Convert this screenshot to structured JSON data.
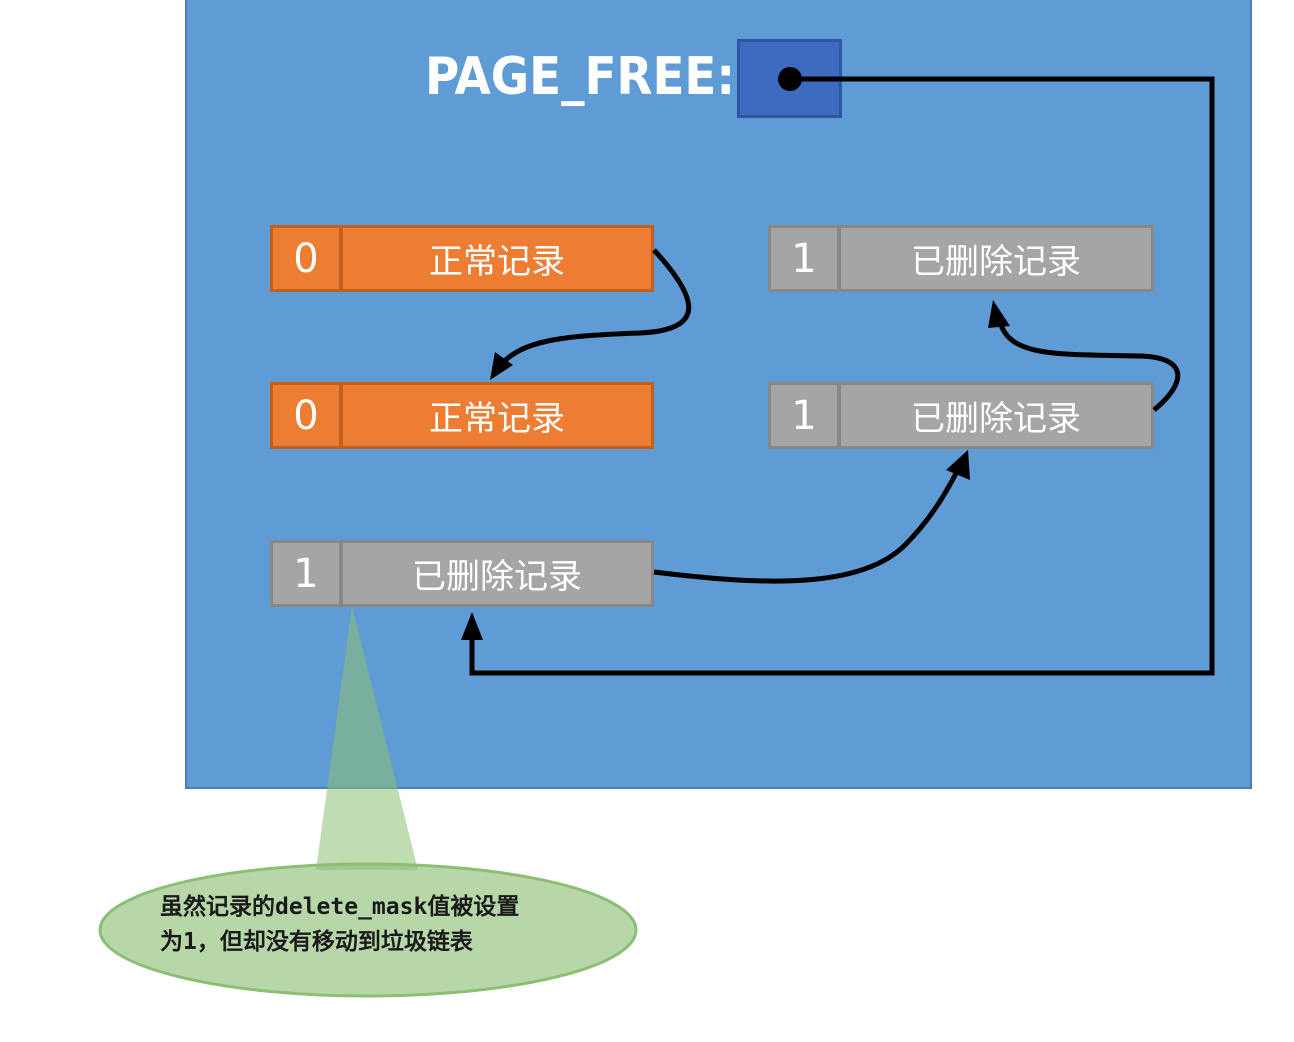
{
  "page_free": {
    "label": "PAGE_FREE:"
  },
  "records": [
    {
      "flag": "0",
      "label": "正常记录",
      "kind": "normal"
    },
    {
      "flag": "0",
      "label": "正常记录",
      "kind": "normal"
    },
    {
      "flag": "1",
      "label": "已删除记录",
      "kind": "deleted"
    },
    {
      "flag": "1",
      "label": "已删除记录",
      "kind": "deleted"
    },
    {
      "flag": "1",
      "label": "已删除记录",
      "kind": "deleted"
    }
  ],
  "callout": {
    "line1": "虽然记录的delete_mask值被设置",
    "line2": "为1，但却没有移动到垃圾链表"
  },
  "colors": {
    "page_background": "#5f9bd4",
    "pointer_box": "#3d6bc0",
    "normal_record": "#ec7d33",
    "deleted_record": "#a5a5a5",
    "callout_fill": "#b7d7a8",
    "arrow": "#000000"
  }
}
